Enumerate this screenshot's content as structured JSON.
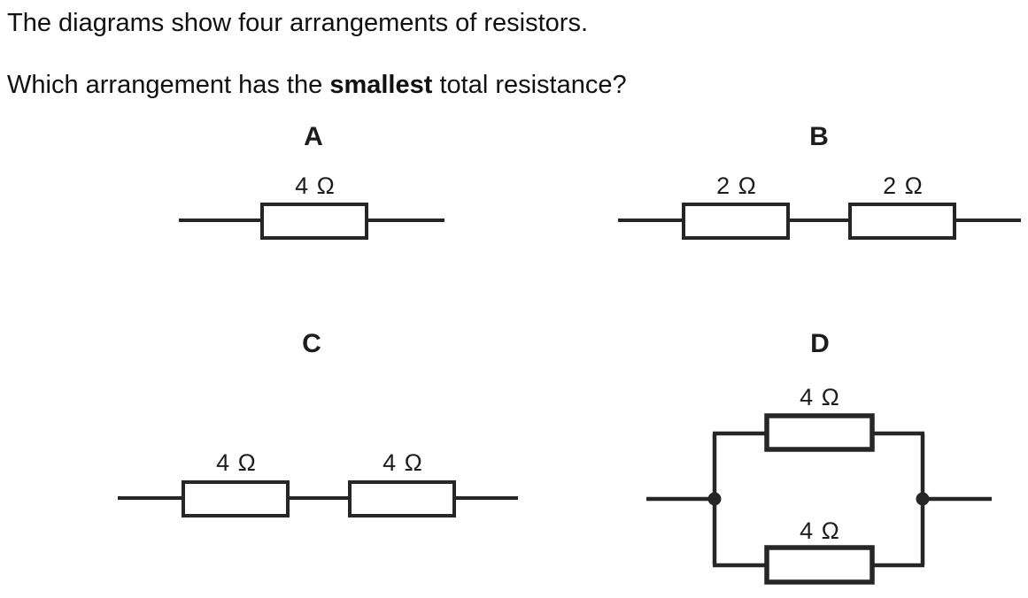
{
  "question": {
    "line1": "The diagrams show four arrangements of resistors.",
    "line2": {
      "prefix": "Which arrangement has the ",
      "bold": "smallest",
      "suffix": " total resistance?"
    }
  },
  "diagrams": {
    "A": {
      "label": "A",
      "arrangement": "single resistor",
      "values": [
        "4 Ω"
      ]
    },
    "B": {
      "label": "B",
      "arrangement": "two resistors in series",
      "values": [
        "2 Ω",
        "2 Ω"
      ]
    },
    "C": {
      "label": "C",
      "arrangement": "two resistors in series",
      "values": [
        "4 Ω",
        "4 Ω"
      ]
    },
    "D": {
      "label": "D",
      "arrangement": "two resistors in parallel",
      "values": [
        "4 Ω",
        "4 Ω"
      ]
    }
  },
  "colors": {
    "line": "#262626",
    "text": "#111111",
    "background": "#ffffff"
  }
}
